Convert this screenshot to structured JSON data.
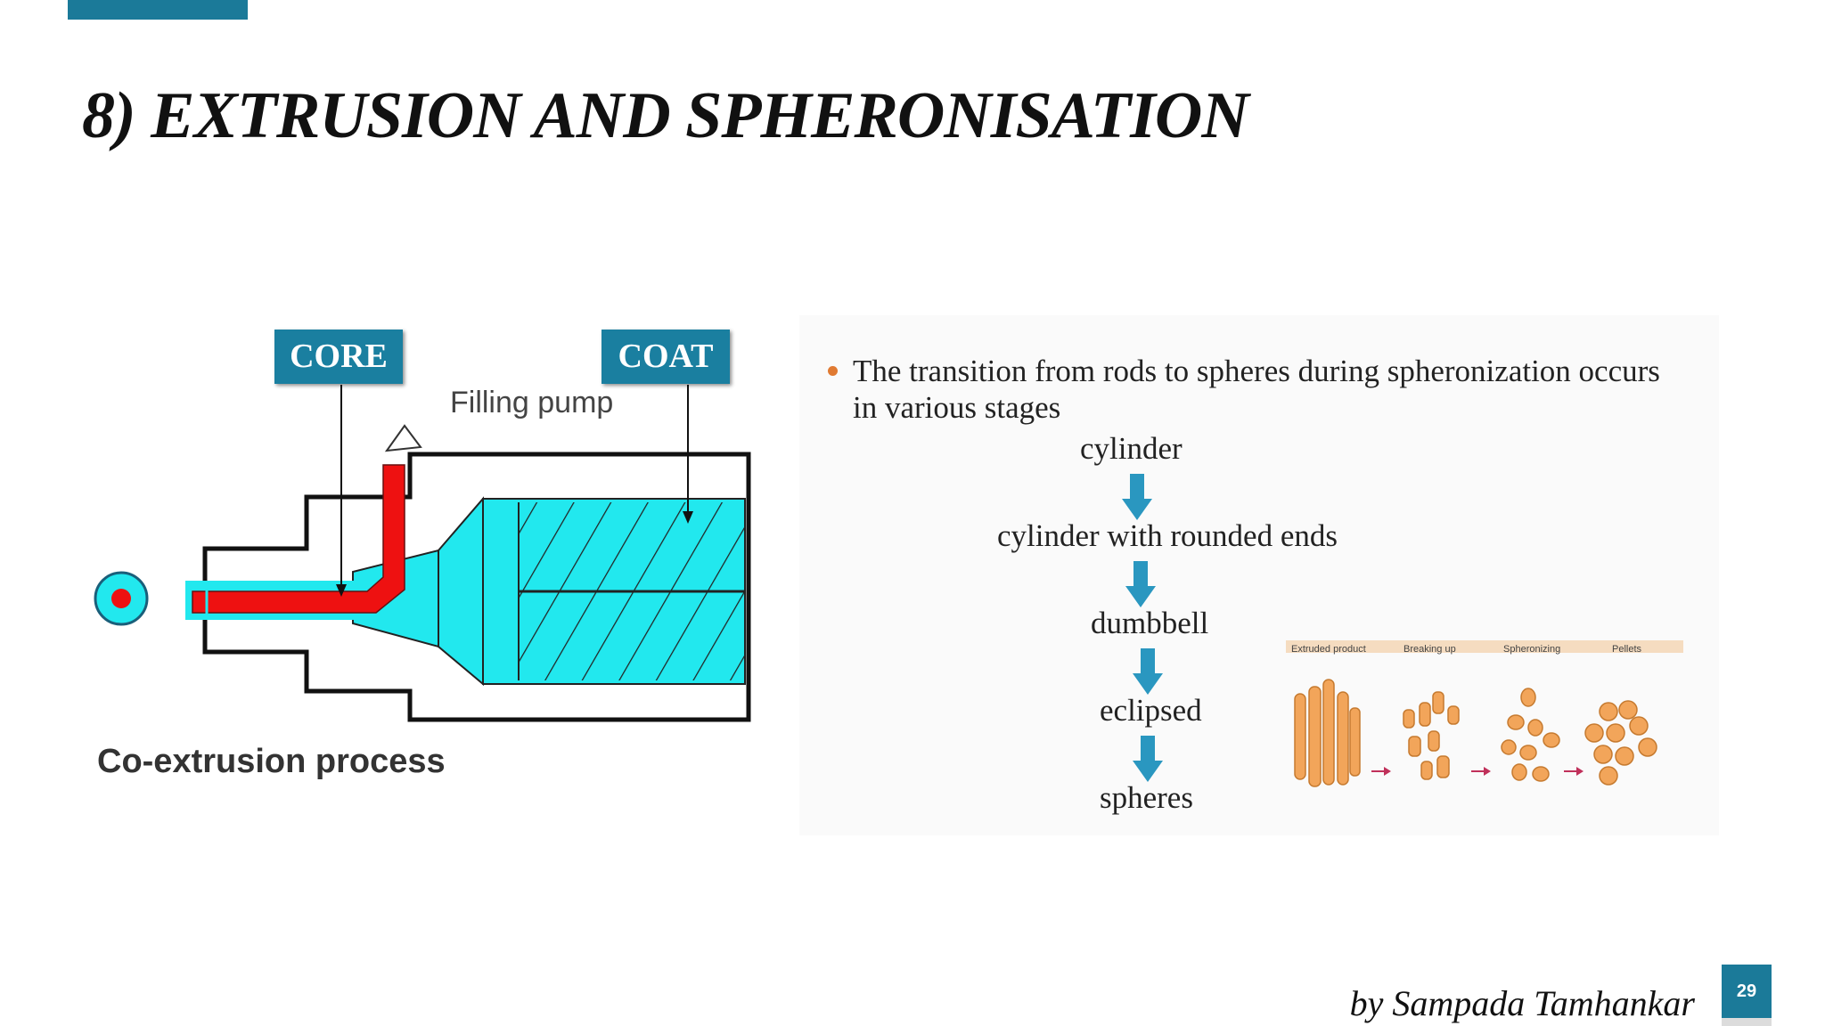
{
  "slide": {
    "title": "8) EXTRUSION AND SPHERONISATION",
    "author": "by Sampada Tamhankar",
    "page_number": "29",
    "accent_color": "#1b7a99"
  },
  "diagram": {
    "core_label": "CORE",
    "coat_label": "COAT",
    "filling_pump_label": "Filling pump",
    "caption": "Co-extrusion process",
    "colors": {
      "core": "#ee1111",
      "coat": "#22e8ee",
      "outline": "#111111"
    }
  },
  "spheronization": {
    "bullet": "The transition from rods to spheres during spheronization occurs in various stages",
    "stages": [
      "cylinder",
      "cylinder with rounded ends",
      "dumbbell",
      "eclipsed",
      "spheres"
    ],
    "illustration_labels": [
      "Extruded product",
      "Breaking up",
      "Spheronizing",
      "Pellets"
    ],
    "arrow_color": "#2a97c0",
    "particle_color": "#f2a55a"
  }
}
